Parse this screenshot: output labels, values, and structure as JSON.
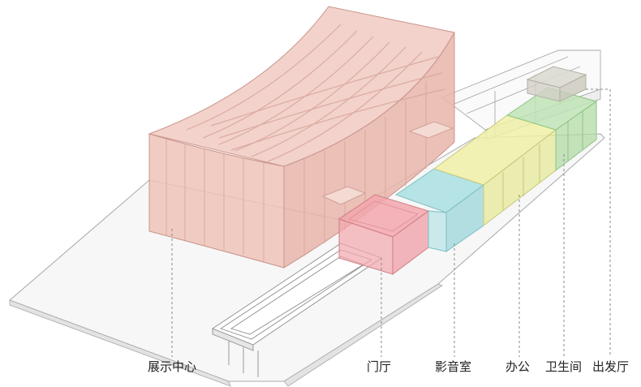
{
  "labels": {
    "exhibition_center": "展示中心",
    "entrance_hall": "门厅",
    "av_room": "影音室",
    "office": "办公",
    "restroom": "卫生间",
    "departure_hall": "出发厅"
  },
  "colors": {
    "exhibition": "#eec3b9",
    "entrance": "#f2a7ad",
    "av_room": "#aadfe2",
    "office": "#eef0a6",
    "restroom": "#bfe3b5",
    "departure": "#dcdad2",
    "base": "#f6f6f6",
    "line": "#9c9c9c"
  }
}
